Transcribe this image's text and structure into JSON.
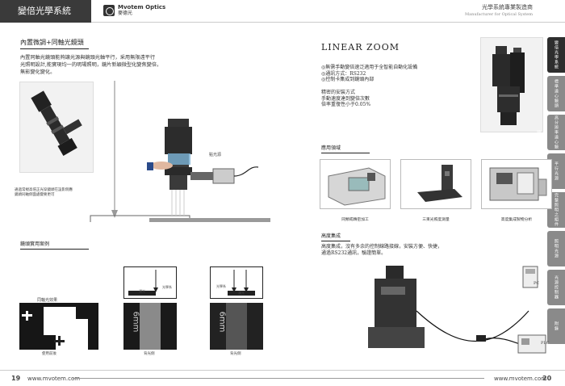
{
  "left": {
    "header_title": "變倍光學系統",
    "logo_name": "Mvotem Optics",
    "logo_sub": "麥德光",
    "section1_title": "內置微調+同軸光鏡頭",
    "section1_body": [
      "內置同軸光鏡頭能夠讓光源與鏡頭光軸平行，采用無限遠平行",
      "光照明設計,能實現均一的明場照明，鏡片新穎微型化變焦變倍，",
      "無影變化變化。"
    ],
    "photo_caption": [
      "通過常規高倍正光穿鏡頭在設影側應",
      "鏡頭同軸側面處變要更可"
    ],
    "light_label": "點光源",
    "section2_title": "鏡頭實用案例",
    "coax_label": "同軸光效果",
    "coax_caption": "使用前後",
    "illum_label1": "漫光",
    "illum_label2": "光學系",
    "illum_label3": "光學系",
    "illum_label4": "漫光",
    "cap_b": "背光側",
    "cap_c": "背光側",
    "mm_text": "6mm",
    "page_num": "19",
    "url": "www.mvotem.com"
  },
  "right": {
    "brand_line1": "光學系統專業製造商",
    "brand_line2": "Manufacturer for Optical System",
    "title": "LINEAR ZOOM",
    "features": [
      "◎無需手動變倍速泛適用于全智能自動化設備",
      "◎通訊方式：RS232",
      "◎控制卡集成到鏡頭內部"
    ],
    "features2": [
      "精密的安裝方式",
      "手動速度達到變倍次數",
      "倍率重復性小于0.05%"
    ],
    "side_tabs": [
      "變倍光學系統",
      "標準遠心鏡頭",
      "高分辨率遠心鏡頭",
      "平行光源",
      "完整照明之組件",
      "照明光源",
      "光源控制器",
      "附錄"
    ],
    "apps_title": "應用領域",
    "apps": [
      "同類或精密加工",
      "三束光照度測量",
      "高度集成製物分析"
    ],
    "sm_title": "高度集成",
    "sm_body": [
      "高度集成，沒有多余的控制線路接線，安裝方便、快捷，",
      "通過RS232通訊，驗證簡單。"
    ],
    "pc_label": "PC",
    "plc_label": "PLC",
    "page_num": "20",
    "url": "www.mvotem.com"
  },
  "colors": {
    "dark": "#3a3a3a",
    "tab_gray": "#8a8a8a",
    "tab_active": "#2e2e2e"
  }
}
